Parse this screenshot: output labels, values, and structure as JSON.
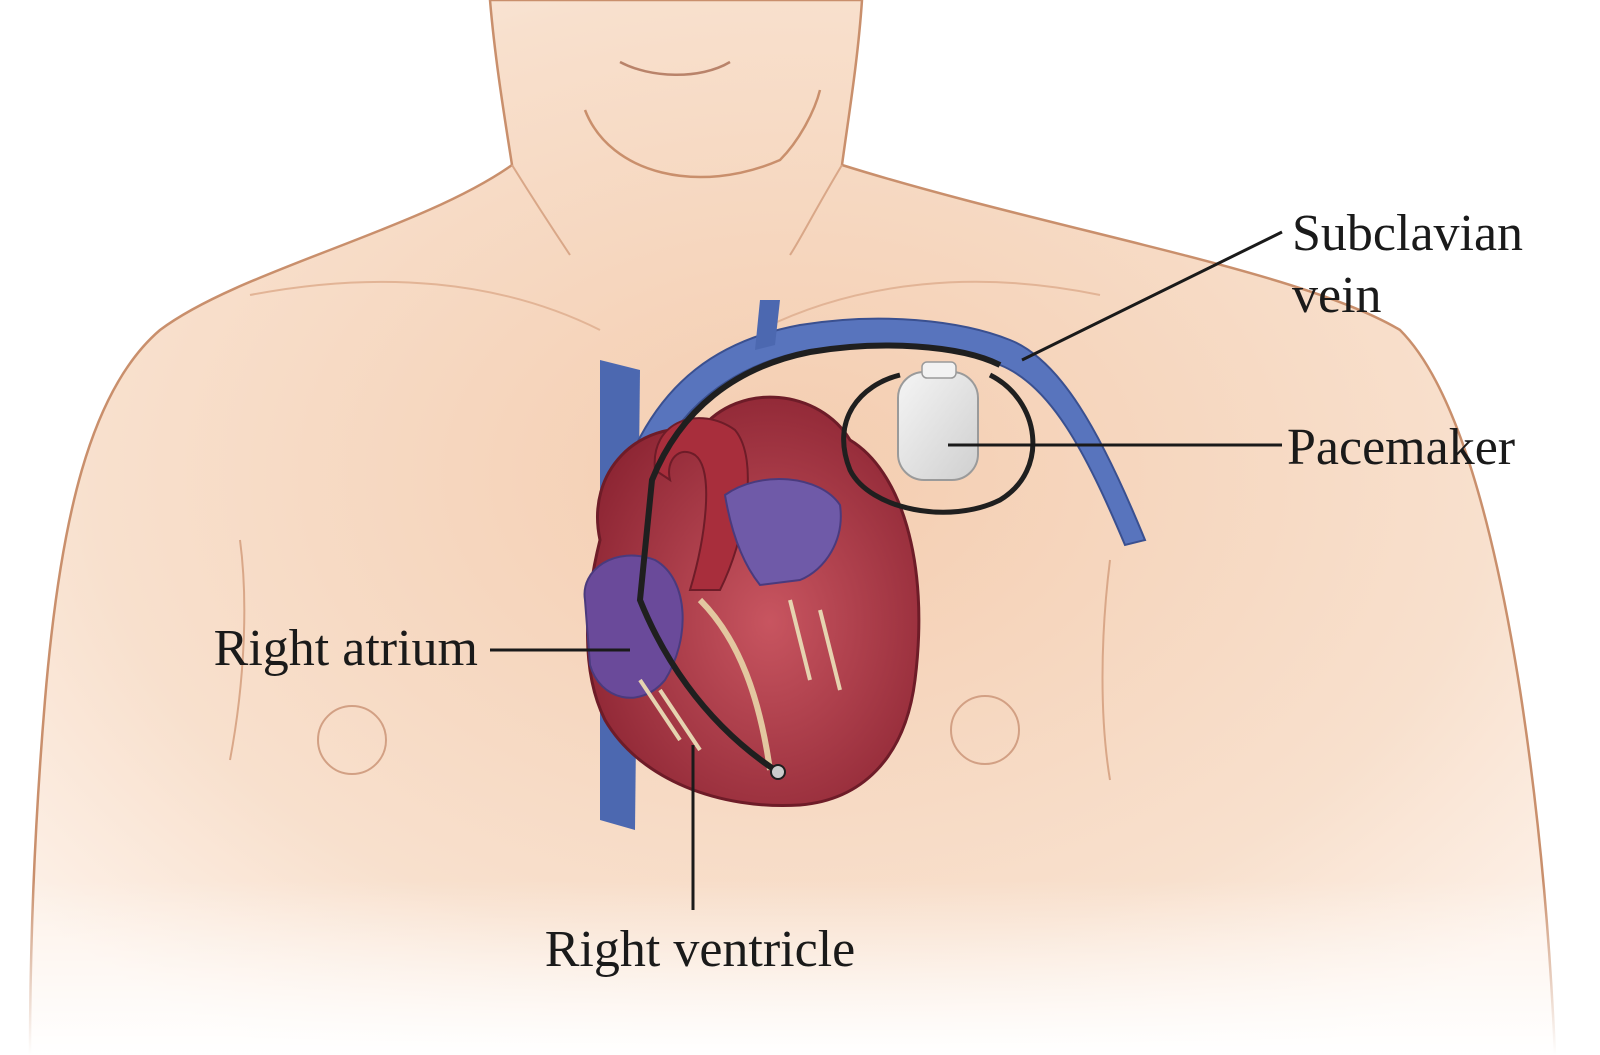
{
  "labels": {
    "subclavian_vein_line1": "Subclavian",
    "subclavian_vein_line2": "vein",
    "pacemaker": "Pacemaker",
    "right_atrium": "Right atrium",
    "right_ventricle": "Right ventricle"
  },
  "colors": {
    "skin": "#f6d9c2",
    "skin_outline": "#c98f6c",
    "heart": "#b23a45",
    "heart_dark": "#7d1f2c",
    "vein": "#4c68b0",
    "atrium": "#6a4a9a",
    "device": "#e8e8e8",
    "lead": "#2a2a2a"
  }
}
